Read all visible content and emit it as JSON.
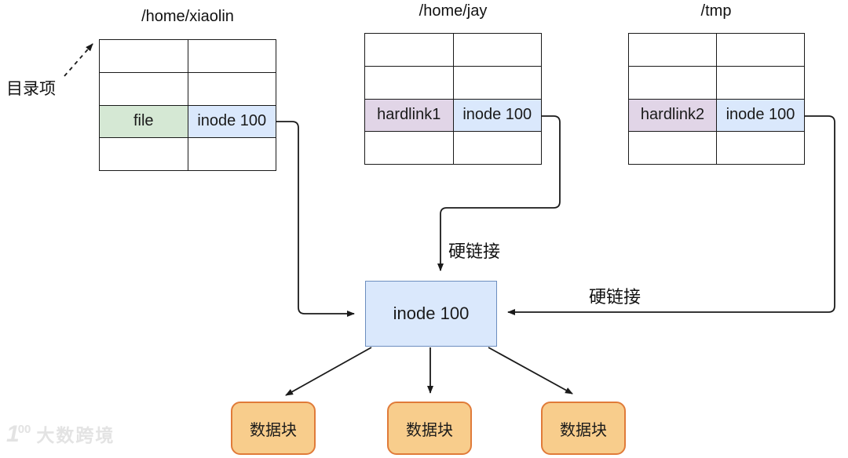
{
  "diagram": {
    "dir_entry_label": "目录项",
    "tables": [
      {
        "title": "/home/xiaolin",
        "highlight_row": {
          "name": "file",
          "inode": "inode 100"
        }
      },
      {
        "title": "/home/jay",
        "highlight_row": {
          "name": "hardlink1",
          "inode": "inode 100"
        }
      },
      {
        "title": "/tmp",
        "highlight_row": {
          "name": "hardlink2",
          "inode": "inode 100"
        }
      }
    ],
    "inode_box": {
      "label": "inode 100"
    },
    "hardlink_labels": {
      "top": "硬链接",
      "right": "硬链接"
    },
    "data_blocks": [
      "数据块",
      "数据块",
      "数据块"
    ],
    "watermark": {
      "logo": "1",
      "logo_sup": "00",
      "text": "大数跨境"
    },
    "colors": {
      "file_cell_green": "#d5e8d4",
      "inode_cell_blue": "#dae8fc",
      "hardlink_cell_purple": "#e1d5e7",
      "inode_box_fill": "#dae8fc",
      "inode_box_border": "#6c8ebf",
      "data_block_fill": "#f8cd8c",
      "data_block_border": "#e07b39",
      "connector_stroke": "#1a1a1a"
    }
  }
}
